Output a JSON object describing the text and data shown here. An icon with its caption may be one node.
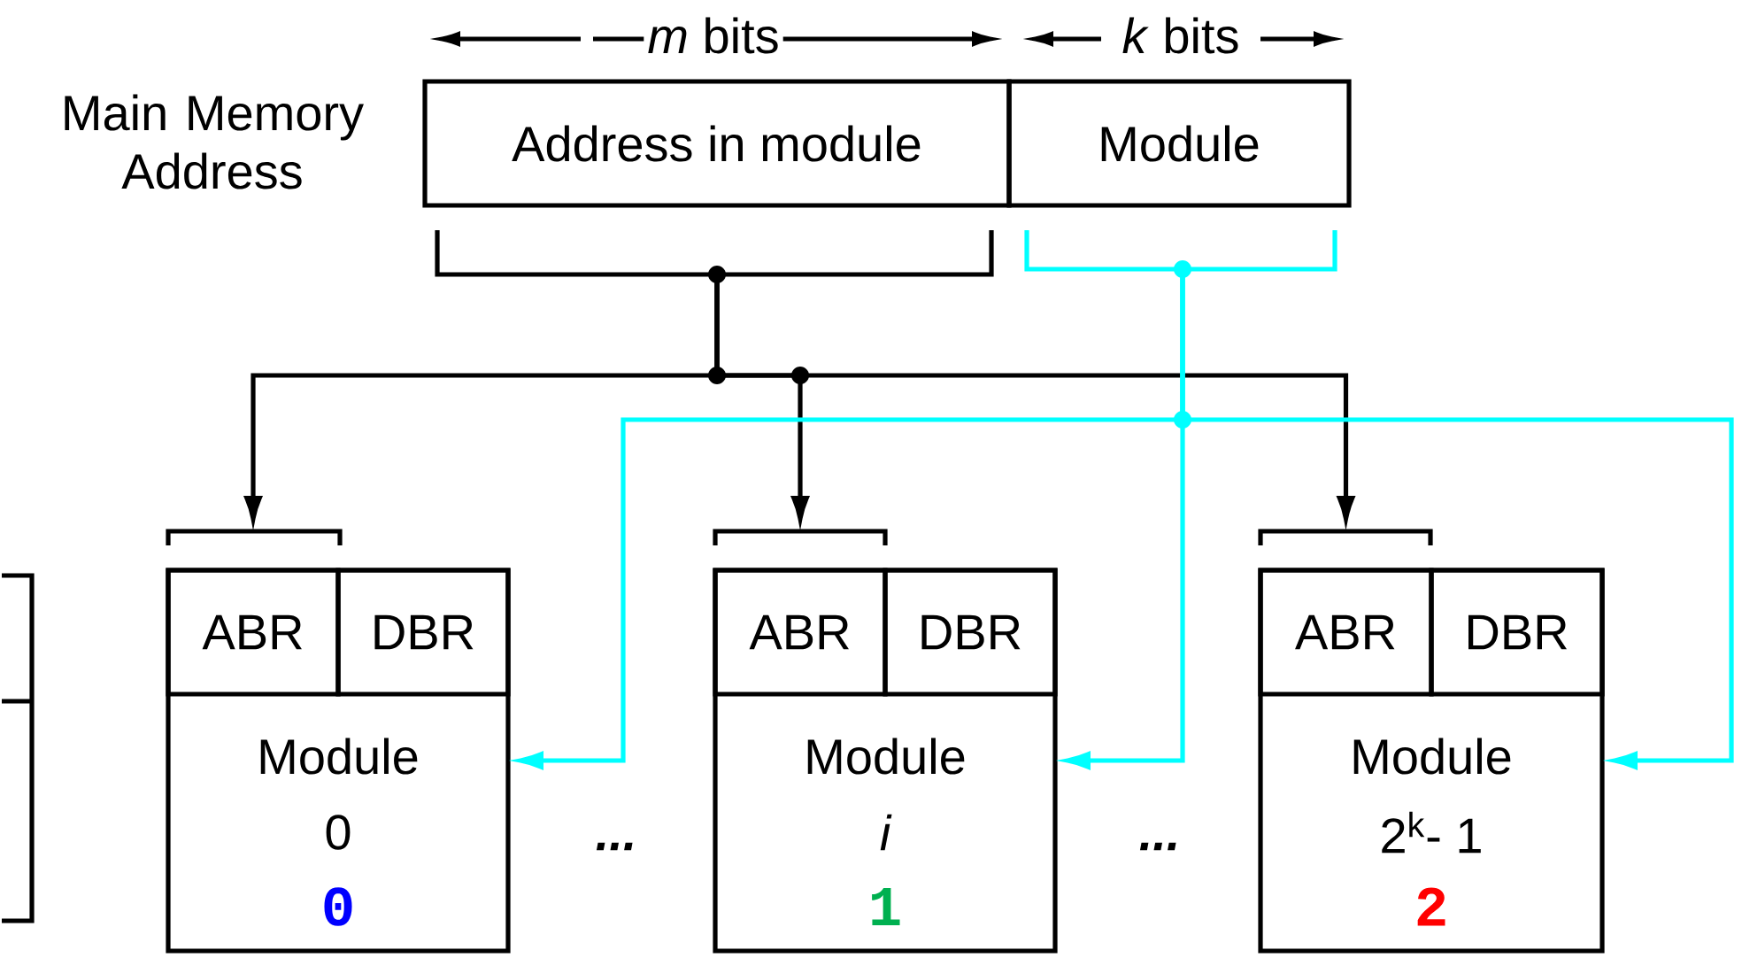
{
  "diagram": {
    "nodes": [
      {
        "text": [
          "Address in module"
        ]
      },
      {
        "text": [
          "Module"
        ]
      },
      {
        "text": [],
        "shape": "box"
      },
      {
        "text": [
          "Module",
          "0",
          "0"
        ]
      },
      {
        "text": [
          "ABR"
        ],
        "in": 3
      },
      {
        "text": [
          "DBR"
        ],
        "in": 3
      },
      {
        "text": [
          "Module",
          "i",
          "1"
        ]
      },
      {
        "text": [
          "ABR"
        ],
        "in": 6
      },
      {
        "text": [
          "DBR"
        ],
        "in": 6
      },
      {
        "text": [
          "Module",
          "2$^{k}$- 1",
          "2"
        ]
      },
      {
        "text": [
          "ABR"
        ],
        "in": 9
      },
      {
        "text": [
          "DBR"
        ],
        "in": 9
      }
    ],
    "edges": [
      {
        "from": 0,
        "to": 4,
        "arrow": "to"
      },
      {
        "from": 0,
        "to": 7,
        "arrow": "to"
      },
      {
        "from": 0,
        "to": 10,
        "arrow": "to"
      },
      {
        "from": 1,
        "to": 3,
        "arrow": "to",
        "color": "#00ffff"
      },
      {
        "from": 1,
        "to": 6,
        "arrow": "to",
        "color": "#00ffff"
      },
      {
        "from": 1,
        "to": 9,
        "arrow": "to",
        "color": "#00ffff"
      }
    ],
    "labels": [
      "*m* bits",
      "*k* bits",
      "Main Memory Address",
      "...",
      "..."
    ]
  }
}
